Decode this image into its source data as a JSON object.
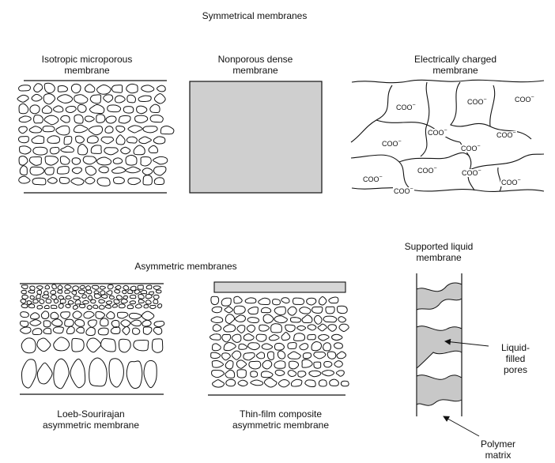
{
  "headings": {
    "symmetrical": "Symmetrical membranes",
    "asymmetric": "Asymmetric membranes"
  },
  "panels": {
    "isotropic": [
      "Isotropic microporous",
      "membrane"
    ],
    "nonporous": [
      "Nonporous dense",
      "membrane"
    ],
    "charged": [
      "Electrically charged",
      "membrane"
    ],
    "supported": [
      "Supported liquid",
      "membrane"
    ],
    "loeb": [
      "Loeb-Sourirajan",
      "asymmetric membrane"
    ],
    "thinfilm": [
      "Thin-film composite",
      "asymmetric membrane"
    ]
  },
  "callouts": {
    "pores": [
      "Liquid-",
      "filled",
      "pores"
    ],
    "matrix": [
      "Polymer",
      "matrix"
    ]
  },
  "charge_groups": {
    "label": "COO",
    "superscript": "−",
    "count": 12
  },
  "colors": {
    "ink": "#111111",
    "dense_fill": "#cfcfcf",
    "liquid_fill": "#c8c8c8",
    "topcoat_fill": "#d6d6d6"
  }
}
